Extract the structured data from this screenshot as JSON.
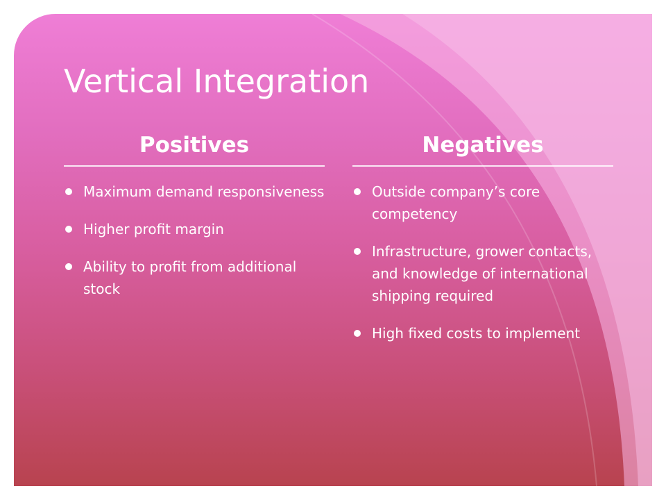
{
  "slide": {
    "title": "Vertical Integration",
    "colors": {
      "gradient_top": "#ef7ed6",
      "gradient_bottom": "#b8434f",
      "text": "#ffffff"
    },
    "columns": [
      {
        "heading": "Positives",
        "items": [
          "Maximum demand responsiveness",
          "Higher profit margin",
          "Ability to profit from additional stock"
        ]
      },
      {
        "heading": "Negatives",
        "items": [
          "Outside company’s core competency",
          "Infrastructure, grower contacts, and knowledge of international shipping required",
          "High fixed costs to implement"
        ]
      }
    ]
  }
}
